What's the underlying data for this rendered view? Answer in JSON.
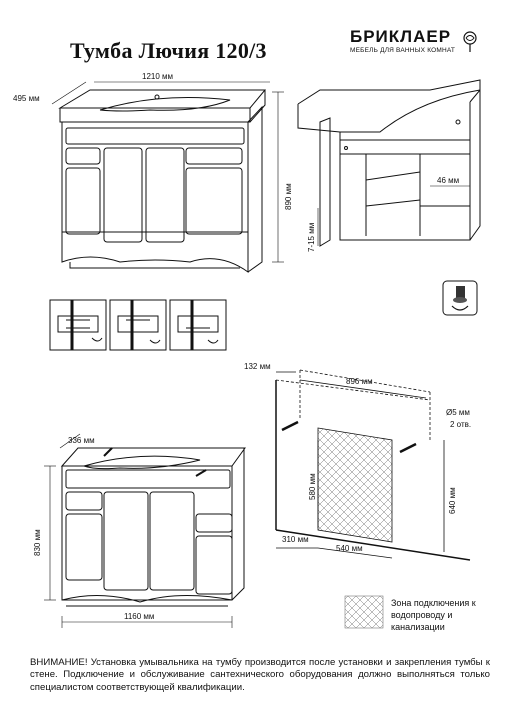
{
  "title": "Тумба Лючия 120/3",
  "brand": {
    "name": "БРИКЛАЕР",
    "tagline": "МЕБЕЛЬ ДЛЯ ВАННЫХ КОМНАТ"
  },
  "top_view": {
    "depth": "495 мм",
    "width": "1210 мм",
    "height": "890 мм"
  },
  "frame_view": {
    "gap": "46 мм",
    "offset": "7-15 мм"
  },
  "bottom_view": {
    "depth": "336 мм",
    "height": "830 мм",
    "width": "1160 мм"
  },
  "wall_view": {
    "top_offset": "132 мм",
    "hole_distance": "896 мм",
    "hole_spec": "Ø5 мм",
    "hole_count": "2 отв.",
    "zone_height": "580 мм",
    "hole_height": "640 мм",
    "left_offset": "310 мм",
    "zone_width": "540 мм"
  },
  "legend": {
    "text": "Зона подключения к водопроводу и канализации"
  },
  "warning": "ВНИМАНИЕ! Установка умывальника на тумбу производится после установки и закрепления тумбы к стене. Подключение и обслуживание сантехнического оборудования должно выполняться только специалистом соответствующей квалификации."
}
